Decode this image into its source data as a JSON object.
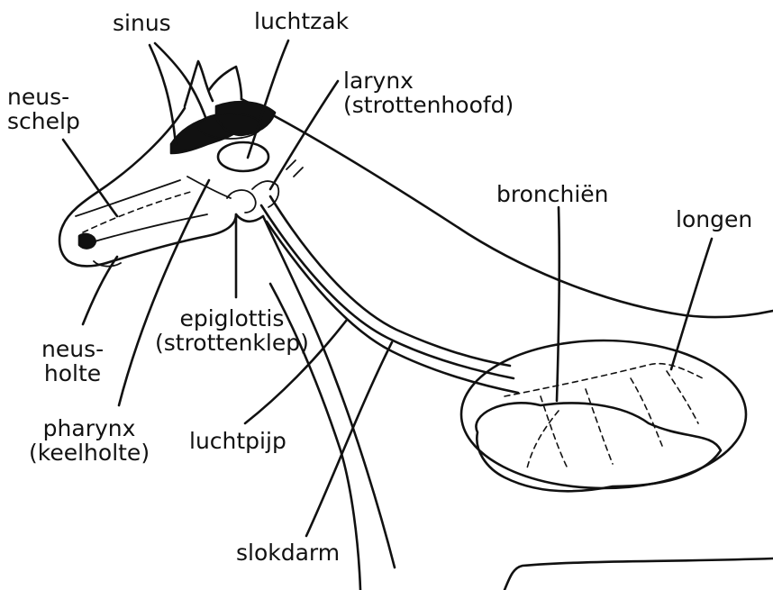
{
  "labels": {
    "sinus": "sinus",
    "luchtzak": "luchtzak",
    "larynx": [
      "larynx",
      "(strottenhoofd)"
    ],
    "neusschelp": [
      "neus-",
      "schelp"
    ],
    "bronchien": "bronchiën",
    "longen": "longen",
    "epiglottis": [
      "epiglottis",
      "(strottenklep)"
    ],
    "neusholte": [
      "neus-",
      "holte"
    ],
    "pharynx": [
      "pharynx",
      "(keelholte)"
    ],
    "luchtpijp": "luchtpijp",
    "slokdarm": "slokdarm"
  }
}
